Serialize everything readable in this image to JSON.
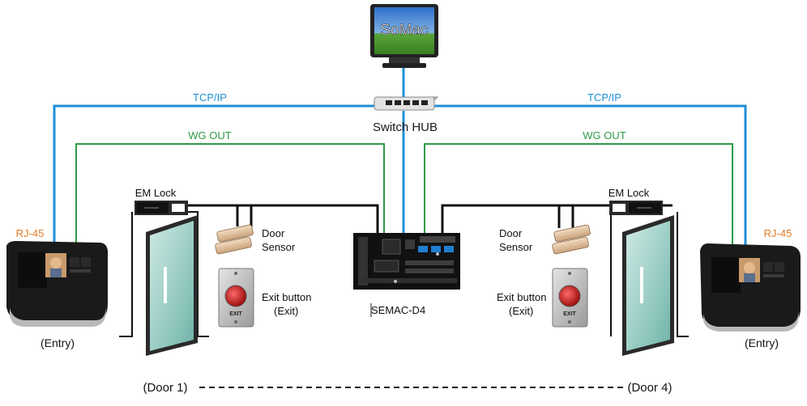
{
  "labels": {
    "software": "SoMac",
    "switch": "Switch HUB",
    "tcp_left": "TCP/IP",
    "tcp_right": "TCP/IP",
    "wg_left": "WG OUT",
    "wg_right": "WG OUT",
    "emlock_left": "EM Lock",
    "emlock_right": "EM Lock",
    "rj45_left": "RJ-45",
    "rj45_right": "RJ-45",
    "door_sensor_l1": "Door",
    "door_sensor_l2": "Sensor",
    "door_sensor_r1": "Door",
    "door_sensor_r2": "Sensor",
    "exit_l1": "Exit button",
    "exit_l2": "(Exit)",
    "exit_r1": "Exit button",
    "exit_r2": "(Exit)",
    "controller": "SEMAC-D4",
    "entry_left": "(Entry)",
    "entry_right": "(Entry)",
    "door_1": "(Door 1)",
    "door_4": "(Door 4)",
    "exit_plate": "EXIT"
  },
  "colors": {
    "tcp": "#1f8fd6",
    "wg": "#2e9a48",
    "wire": "#111111",
    "rj45": "#e57b22"
  },
  "icons": [
    "monitor-icon",
    "switch-hub-icon",
    "face-terminal-icon",
    "em-lock-icon",
    "glass-door-icon",
    "door-sensor-icon",
    "exit-button-icon",
    "controller-board-icon"
  ]
}
